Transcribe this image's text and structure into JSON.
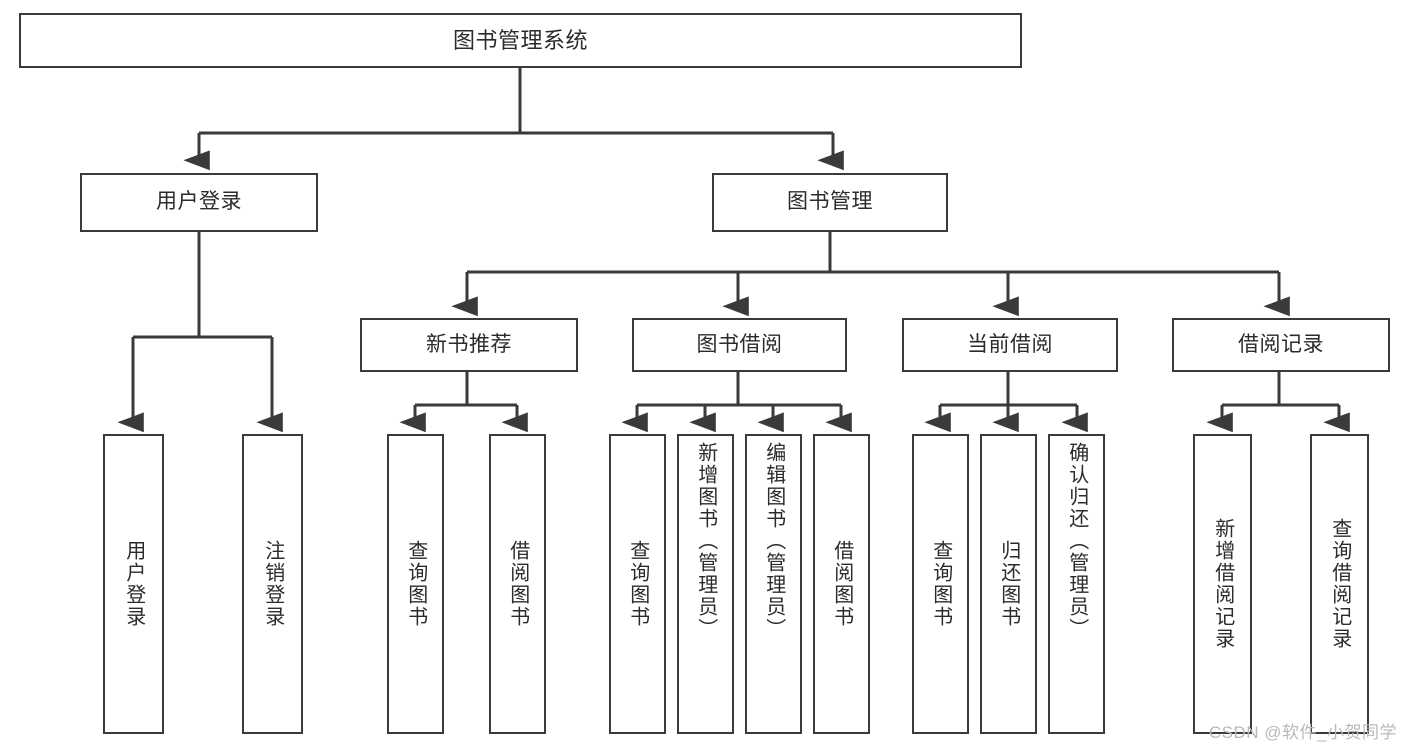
{
  "diagram": {
    "title": "图书管理系统",
    "type": "tree",
    "watermark": "CSDN @软件_小贺同学",
    "colors": {
      "box_border": "#3a3a3a",
      "box_fill": "#ffffff",
      "text": "#2b2b2b",
      "connector": "#3a3a3a",
      "watermark": "#b9b9b9",
      "background": "#ffffff"
    },
    "root": {
      "label": "图书管理系统"
    },
    "level2": [
      {
        "label": "用户登录"
      },
      {
        "label": "图书管理"
      }
    ],
    "level3": [
      {
        "label": "新书推荐"
      },
      {
        "label": "图书借阅"
      },
      {
        "label": "当前借阅"
      },
      {
        "label": "借阅记录"
      }
    ],
    "leaves": {
      "user_login": [
        {
          "label": "用户登录"
        },
        {
          "label": "注销登录"
        }
      ],
      "new_book_recommend": [
        {
          "label": "查询图书"
        },
        {
          "label": "借阅图书"
        }
      ],
      "book_borrow": [
        {
          "label": "查询图书"
        },
        {
          "label": "新增图书（管理员）"
        },
        {
          "label": "编辑图书（管理员）"
        },
        {
          "label": "借阅图书"
        }
      ],
      "current_borrow": [
        {
          "label": "查询图书"
        },
        {
          "label": "归还图书"
        },
        {
          "label": "确认归还（管理员）"
        }
      ],
      "borrow_records": [
        {
          "label": "新增借阅记录"
        },
        {
          "label": "查询借阅记录"
        }
      ]
    }
  }
}
